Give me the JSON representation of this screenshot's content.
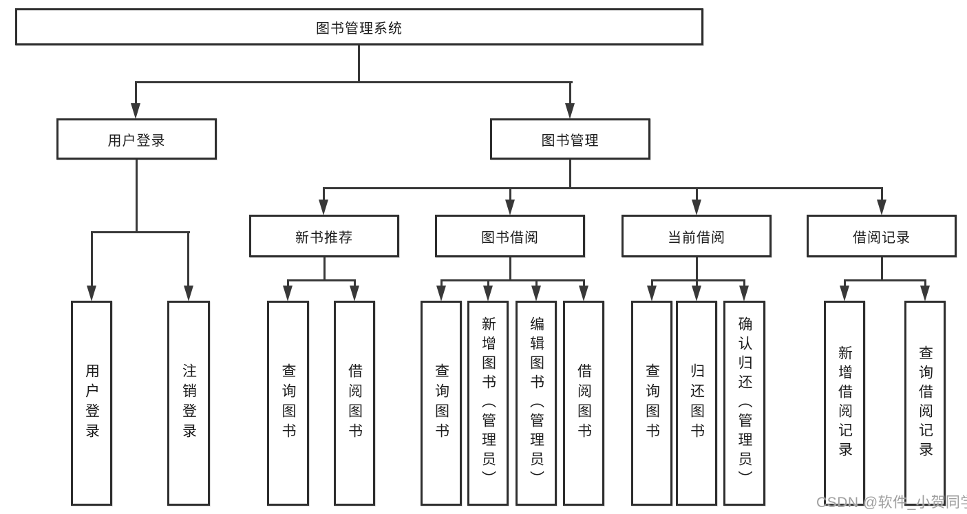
{
  "tree": {
    "label": "图书管理系统",
    "children": [
      {
        "label": "用户登录",
        "children": [
          {
            "label": "用户登录"
          },
          {
            "label": "注销登录"
          }
        ]
      },
      {
        "label": "图书管理",
        "children": [
          {
            "label": "新书推荐",
            "children": [
              {
                "label": "查询图书"
              },
              {
                "label": "借阅图书"
              }
            ]
          },
          {
            "label": "图书借阅",
            "children": [
              {
                "label": "查询图书"
              },
              {
                "label": "新增图书（管理员）"
              },
              {
                "label": "编辑图书（管理员）"
              },
              {
                "label": "借阅图书"
              }
            ]
          },
          {
            "label": "当前借阅",
            "children": [
              {
                "label": "查询图书"
              },
              {
                "label": "归还图书"
              },
              {
                "label": "确认归还（管理员）"
              }
            ]
          },
          {
            "label": "借阅记录",
            "children": [
              {
                "label": "新增借阅记录"
              },
              {
                "label": "查询借阅记录"
              }
            ]
          }
        ]
      }
    ]
  },
  "watermark": {
    "text": "CSDN @软件_小贺同学"
  },
  "colors": {
    "background": "#ffffff",
    "box_border": "#2e2e2e",
    "connector_line": "#383838",
    "text": "#1c1c1c",
    "watermark": "#9f9f9f"
  }
}
